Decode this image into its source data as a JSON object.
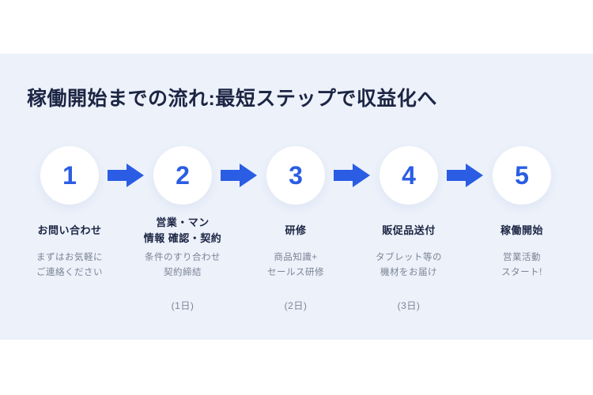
{
  "page": {
    "title": "稼働開始までの流れ:最短ステップで収益化へ"
  },
  "colors": {
    "accent_blue": "#2a5de4",
    "panel_background": "#ecf1fa",
    "heading_text": "#1c2543",
    "sub_text": "#7c8496",
    "circle_background": "#ffffff",
    "page_background": "#ffffff"
  },
  "icons": {
    "flow_connector": "arrow-right-icon"
  },
  "steps": [
    {
      "num": "1",
      "title_lines": [
        "お問い合わせ"
      ],
      "sub_lines": [
        "まずはお気軽に",
        "ご連絡ください"
      ],
      "day": ""
    },
    {
      "num": "2",
      "title_lines": [
        "営業・マン",
        "情報 確認・契約"
      ],
      "sub_lines": [
        "条件のすり合わせ",
        "契約締結"
      ],
      "day": "(1日)"
    },
    {
      "num": "3",
      "title_lines": [
        "研修"
      ],
      "sub_lines": [
        "商品知識+",
        "セールス研修"
      ],
      "day": "(2日)"
    },
    {
      "num": "4",
      "title_lines": [
        "販促品送付"
      ],
      "sub_lines": [
        "タブレット等の",
        "機材をお届け"
      ],
      "day": "(3日)"
    },
    {
      "num": "5",
      "title_lines": [
        "稼働開始"
      ],
      "sub_lines": [
        "営業活動",
        "スタート!"
      ],
      "day": ""
    }
  ]
}
